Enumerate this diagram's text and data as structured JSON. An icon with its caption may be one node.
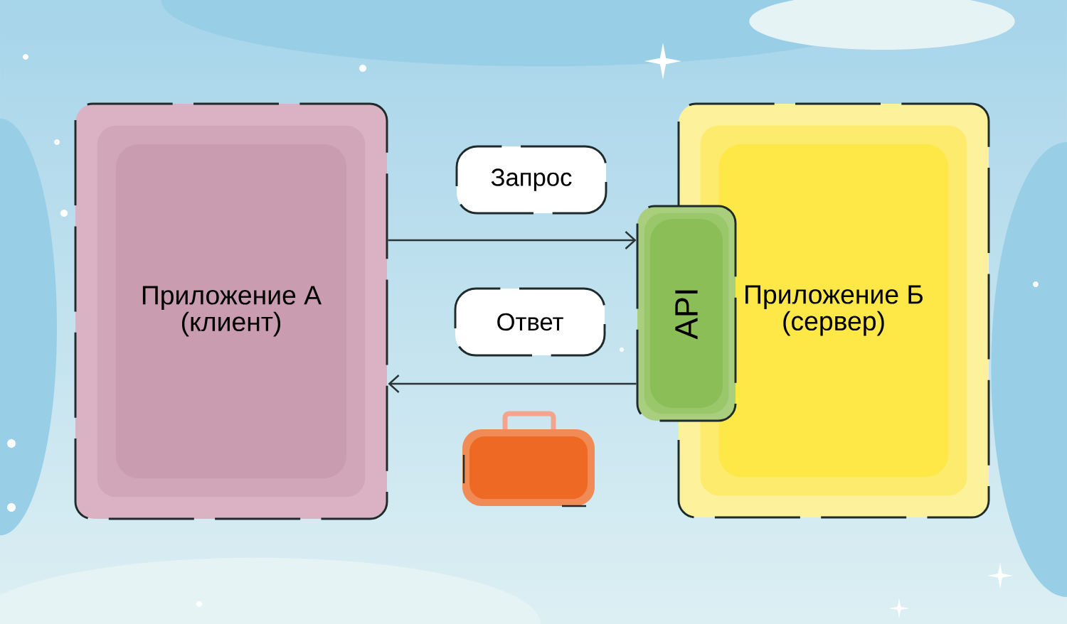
{
  "diagram": {
    "nodes": [
      {
        "text": [
          "Приложение А (клиент)"
        ]
      },
      {
        "text": [
          "Приложение Б (сервер)"
        ]
      },
      {
        "text": [
          "API"
        ]
      }
    ],
    "edges": [
      {
        "from": 0,
        "to": 2,
        "arrow": "to",
        "label": "Запрос"
      },
      {
        "from": 2,
        "to": 0,
        "arrow": "to",
        "label": "Ответ"
      }
    ]
  }
}
